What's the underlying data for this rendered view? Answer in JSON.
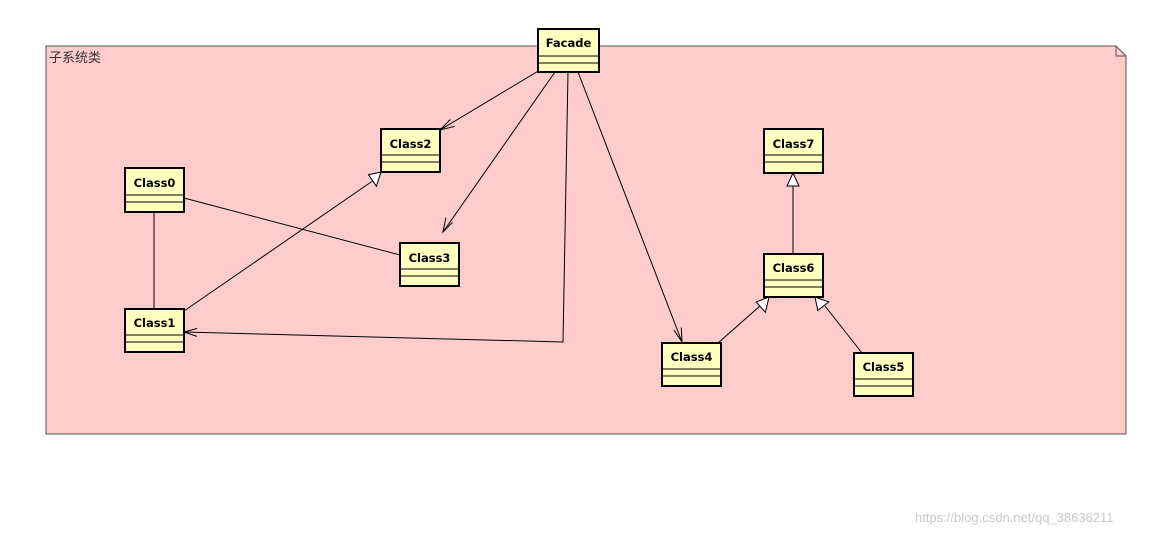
{
  "package": {
    "name": "子系统类",
    "fill": "#ffcccc",
    "stroke": "#555555"
  },
  "class_style": {
    "fill": "#ffffc0",
    "stroke": "#000000"
  },
  "classes": {
    "facade": "Facade",
    "class0": "Class0",
    "class1": "Class1",
    "class2": "Class2",
    "class3": "Class3",
    "class4": "Class4",
    "class5": "Class5",
    "class6": "Class6",
    "class7": "Class7"
  },
  "relations": [
    {
      "from": "Facade",
      "to": "Class2",
      "kind": "association-navigable"
    },
    {
      "from": "Facade",
      "to": "Class3",
      "kind": "association-navigable"
    },
    {
      "from": "Facade",
      "to": "Class1",
      "kind": "association-navigable"
    },
    {
      "from": "Facade",
      "to": "Class4",
      "kind": "association-navigable"
    },
    {
      "from": "Class0",
      "to": "Class1",
      "kind": "association"
    },
    {
      "from": "Class0",
      "to": "Class3",
      "kind": "association"
    },
    {
      "from": "Class1",
      "to": "Class2",
      "kind": "generalization"
    },
    {
      "from": "Class6",
      "to": "Class7",
      "kind": "generalization"
    },
    {
      "from": "Class4",
      "to": "Class6",
      "kind": "generalization"
    },
    {
      "from": "Class5",
      "to": "Class6",
      "kind": "generalization"
    }
  ],
  "watermark": "https://blog.csdn.net/qq_38636211"
}
